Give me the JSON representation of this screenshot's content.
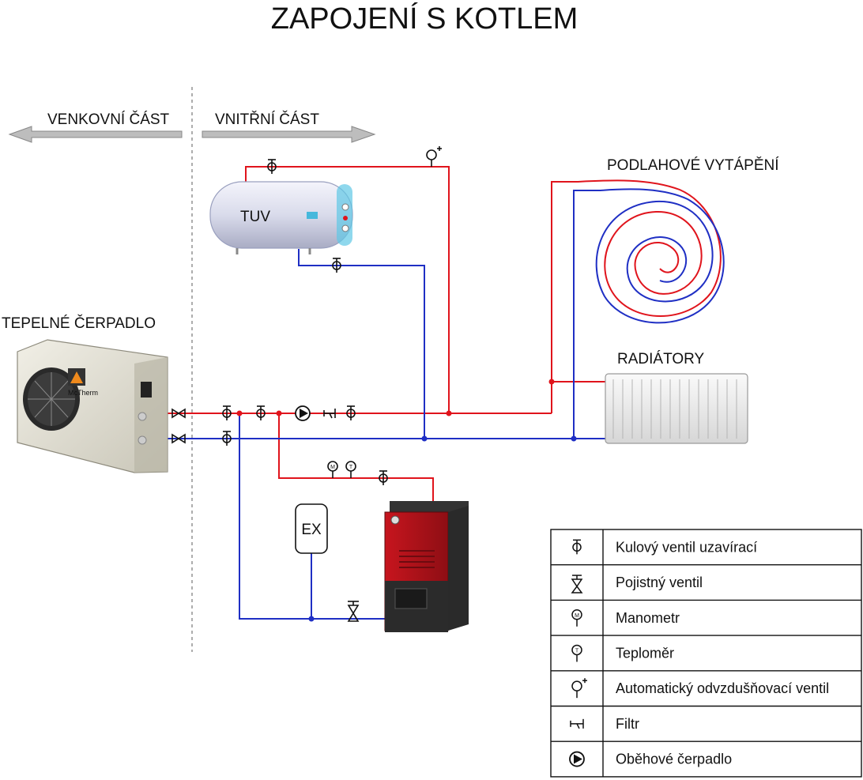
{
  "title": "ZAPOJENÍ S KOTLEM",
  "labels": {
    "outdoor": "VENKOVNÍ ČÁST",
    "indoor": "VNITŘNÍ ČÁST",
    "floor_heating": "PODLAHOVÉ VYTÁPĚNÍ",
    "radiators": "RADIÁTORY",
    "heat_pump": "TEPELNÉ ČERPADLO",
    "tank": "TUV",
    "expansion": "EX",
    "brand": "McTherm"
  },
  "legend": [
    {
      "icon": "ball-valve-icon",
      "label": "Kulový ventil uzavírací"
    },
    {
      "icon": "safety-valve-icon",
      "label": "Pojistný ventil"
    },
    {
      "icon": "manometer-icon",
      "label": "Manometr"
    },
    {
      "icon": "thermometer-icon",
      "label": "Teploměr"
    },
    {
      "icon": "air-vent-icon",
      "label": "Automatický odvzdušňovací ventil"
    },
    {
      "icon": "filter-icon",
      "label": "Filtr"
    },
    {
      "icon": "pump-icon",
      "label": "Oběhové čerpadlo"
    }
  ],
  "colors": {
    "supply": "#e0141c",
    "return": "#1f2fc4",
    "boiler": "#b3121b"
  }
}
